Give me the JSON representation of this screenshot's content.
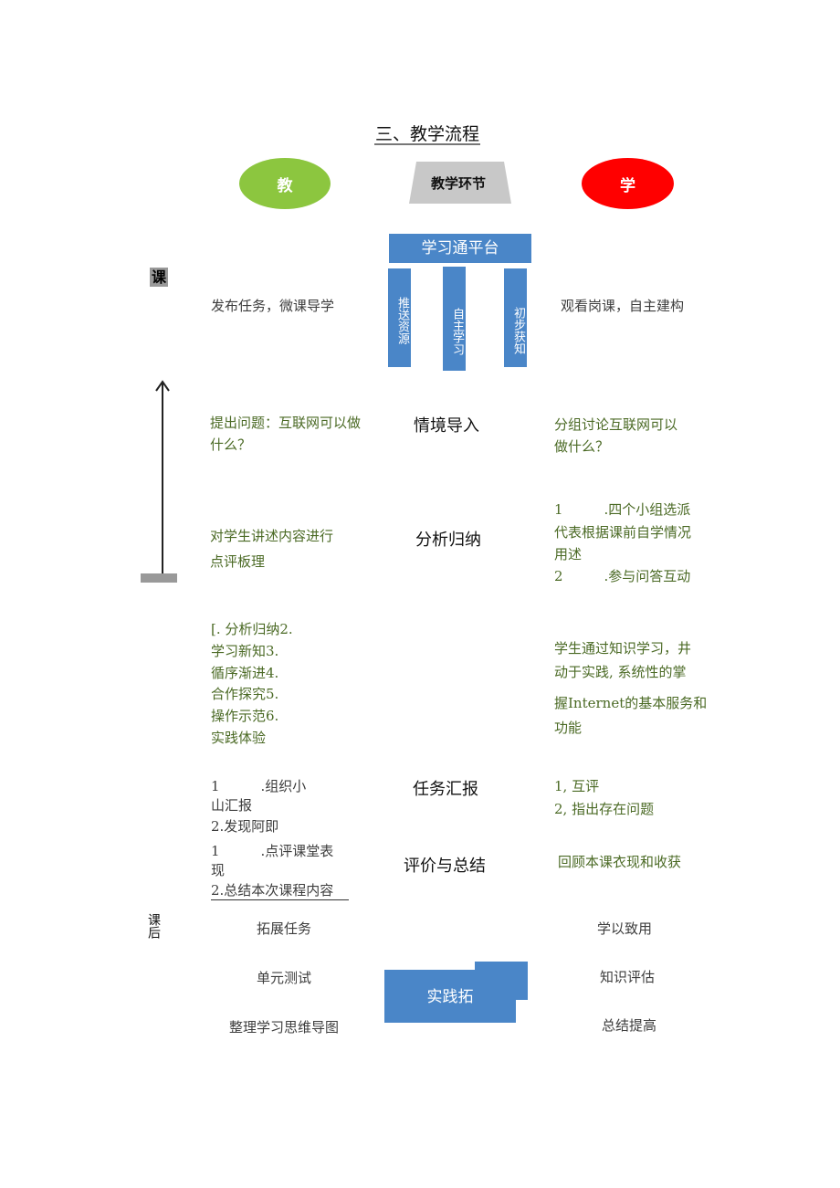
{
  "title": "三、教学流程",
  "header": {
    "teach": "教",
    "section": "教学环节",
    "learn": "学",
    "colors": {
      "teach": "#8cc63f",
      "learn": "#ff0000",
      "section": "#c8c8c8",
      "platform": "#4a86c8"
    }
  },
  "pre_class": {
    "label": "课",
    "platform": "学习通平台",
    "platform_items": [
      "推送资源",
      "自主学习",
      "初步获知"
    ],
    "teacher": "发布任务，微课导学",
    "student": "观看岗课，自主建构"
  },
  "rows": [
    {
      "stage": "情境导入",
      "teacher": [
        "提出问题：互联网可以做",
        "什么？"
      ],
      "student": [
        "分组讨论互联网可以",
        "做什么？"
      ]
    },
    {
      "stage": "分析归纳",
      "teacher": [
        "对学生讲述内容进行",
        "点评板理"
      ],
      "student": [
        "1　　　.四个小组选派",
        "代表根据课前自学情况",
        "用述",
        "2　　　.参与问答互动"
      ]
    },
    {
      "stage": "",
      "teacher": [
        "[. 分析归纳2.",
        "学习新知3.",
        "循序渐进4.",
        "合作探究5.",
        "操作示范6.",
        "实践体验"
      ],
      "student": [
        "学生通过知识学习，井",
        "动于实践, 系统性的掌",
        "握Internet的基本服务和",
        "功能"
      ]
    },
    {
      "stage": "任务汇报",
      "teacher": [
        "1　　　.组织小",
        "山汇报",
        "2.发现阿即"
      ],
      "student": [
        "1, 互评",
        "2, 指出存在问题"
      ]
    },
    {
      "stage": "评价与总结",
      "teacher": [
        "1　　　.点评课堂表",
        "现",
        "2.总结本次课程内容"
      ],
      "student": [
        "回顾本课衣现和收获"
      ]
    }
  ],
  "after_class": {
    "label": "课后",
    "practice": "实践拓",
    "teacher": [
      "拓展任务",
      "单元测试",
      "整理学习思维导图"
    ],
    "student": [
      "学以致用",
      "知识评估",
      "总结提高"
    ]
  }
}
